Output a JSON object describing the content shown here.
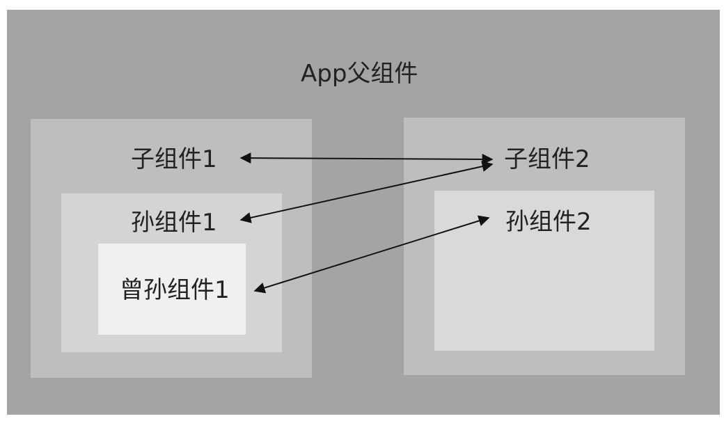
{
  "diagram": {
    "app_label": "App父组件",
    "child1_label": "子组件1",
    "child2_label": "子组件2",
    "grandchild1_label": "孙组件1",
    "grandchild2_label": "孙组件2",
    "great_grandchild1_label": "曾孙组件1"
  },
  "connections": [
    {
      "from": "子组件1",
      "to": "子组件2",
      "type": "bidirectional"
    },
    {
      "from": "孙组件1",
      "to": "子组件2",
      "type": "bidirectional"
    },
    {
      "from": "曾孙组件1",
      "to": "孙组件2",
      "type": "bidirectional"
    }
  ],
  "colors": {
    "app_bg": "#a4a4a4",
    "child_bg": "#bebebe",
    "grandchild_bg": "#d4d4d4",
    "great_grandchild_bg": "#f0f0f0",
    "arrow": "#111111"
  }
}
